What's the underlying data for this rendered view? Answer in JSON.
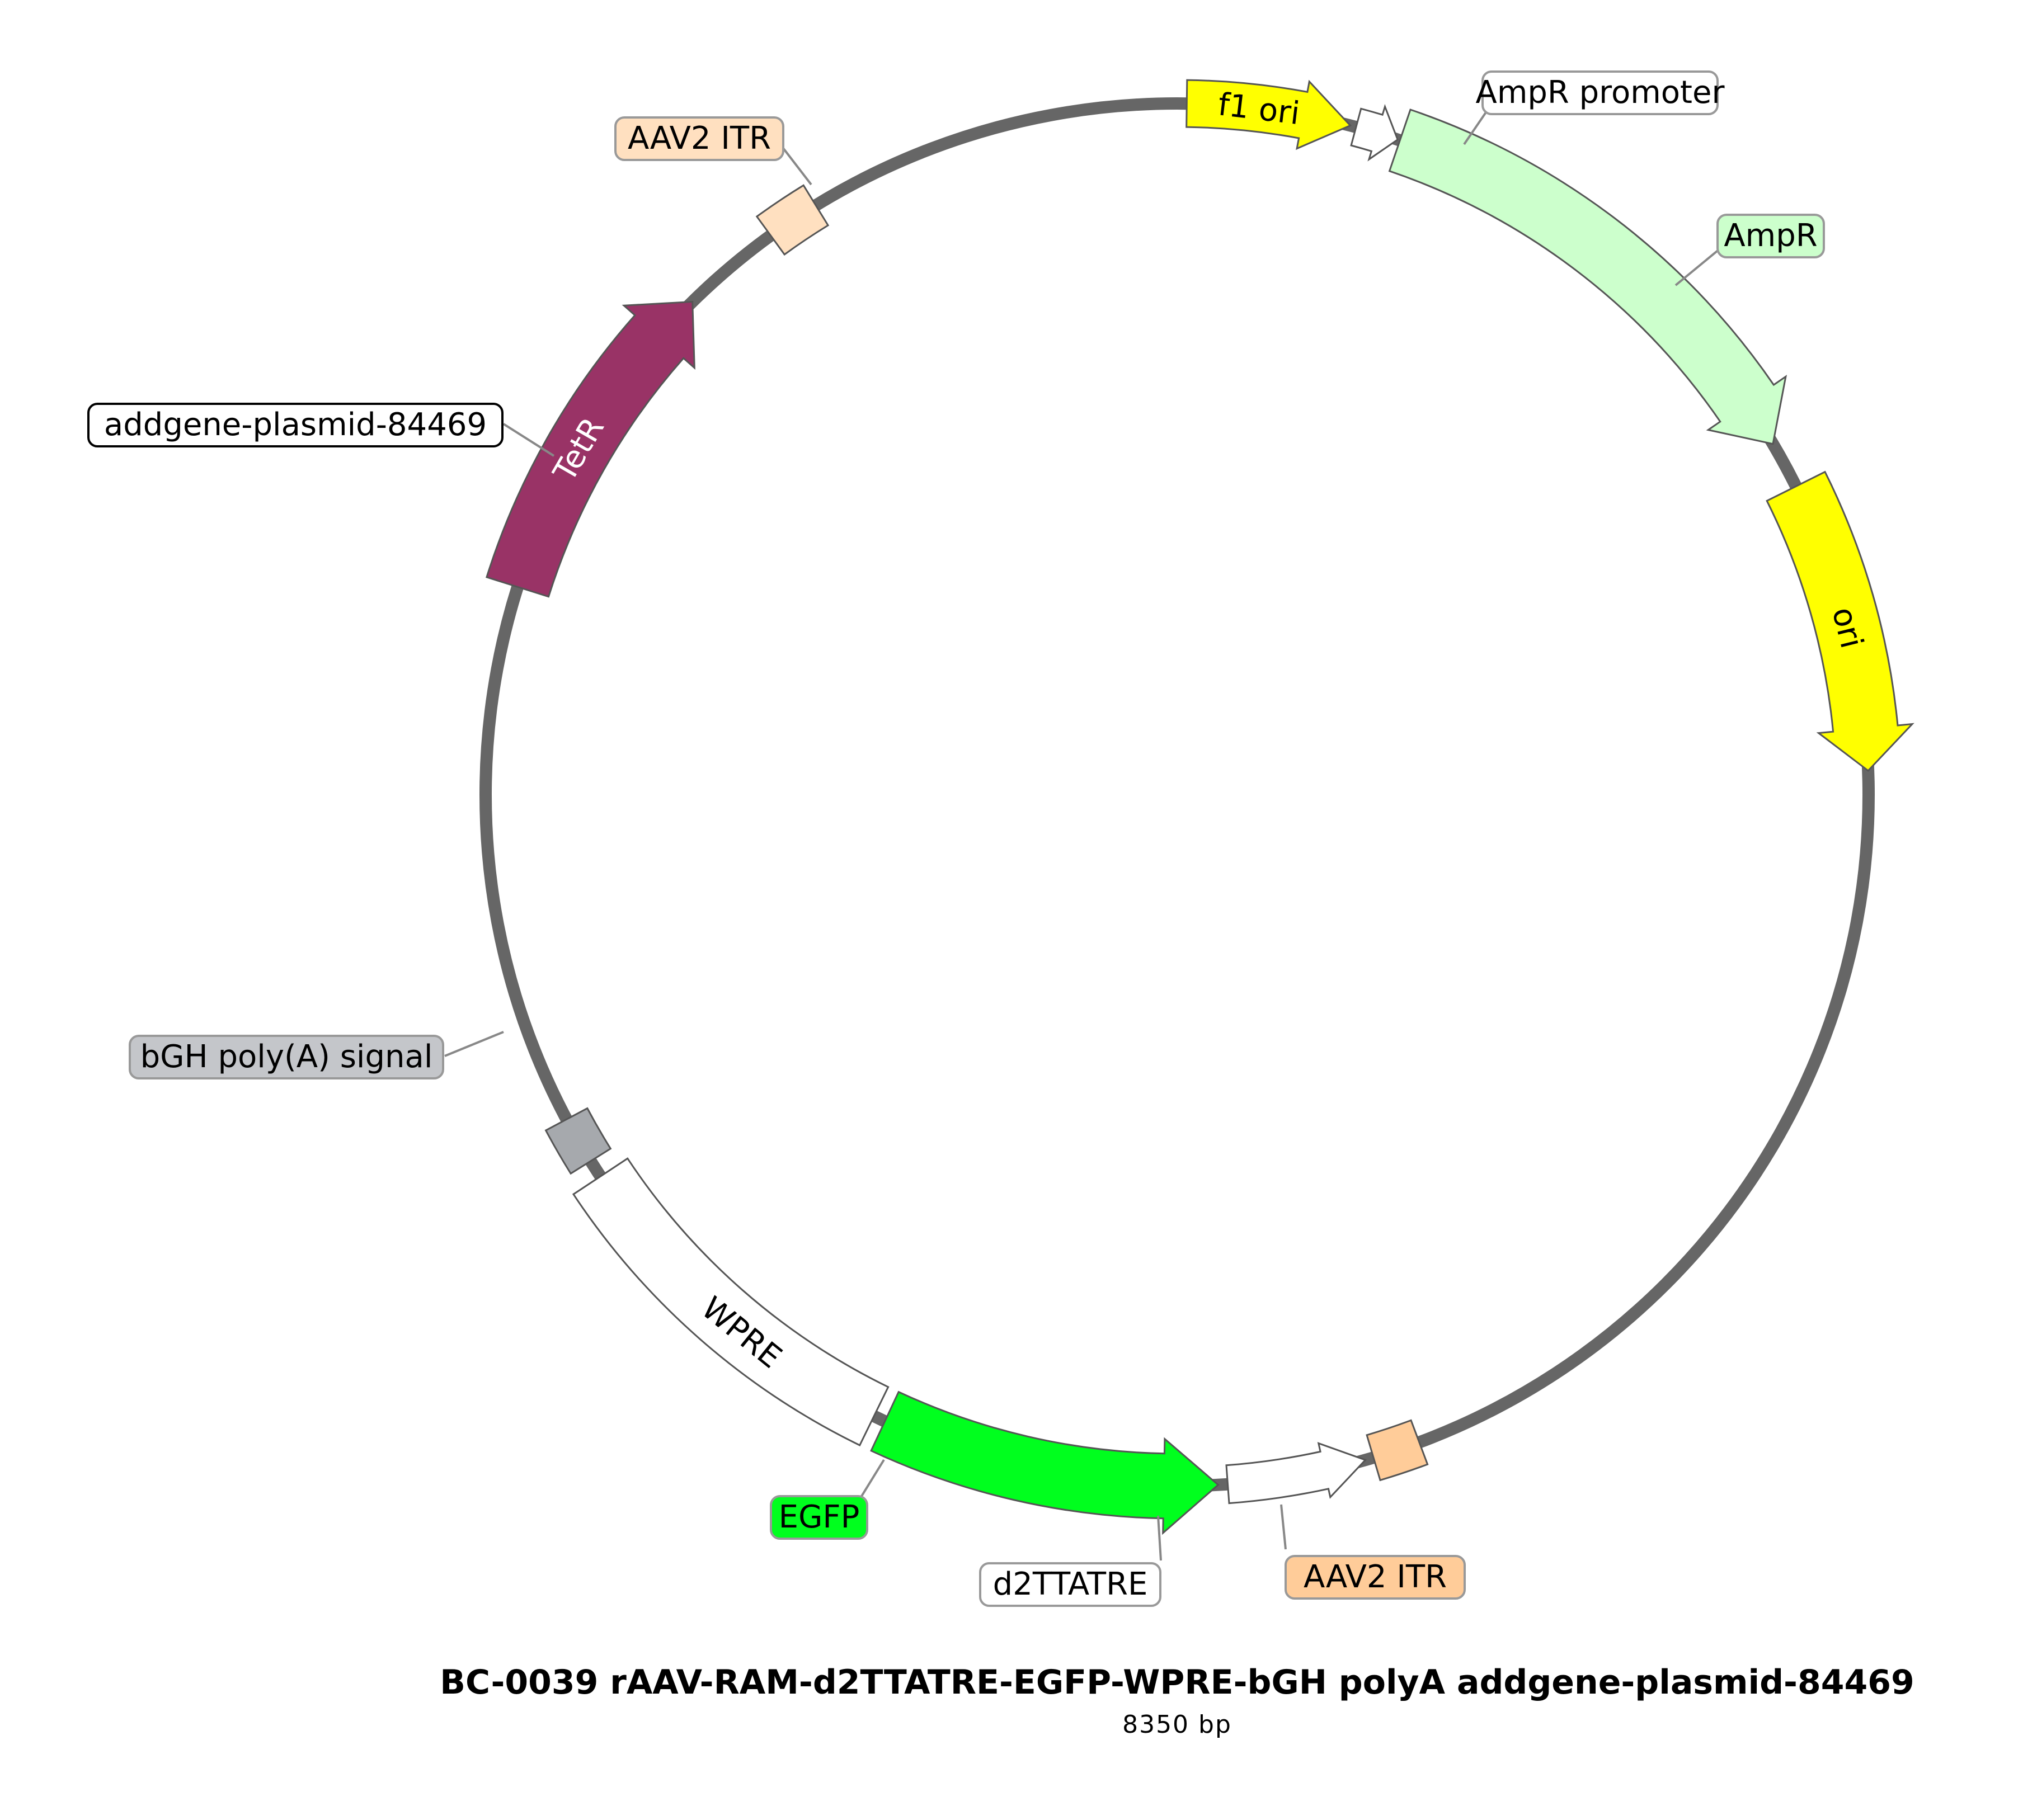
{
  "title": "BC-0039   rAAV-RAM-d2TTATRE-EGFP-WPRE-bGH polyA addgene-plasmid-84469",
  "size_label": "8350 bp",
  "map": {
    "backbone_color": "#666666",
    "features": [
      {
        "id": "f1-ori",
        "label": "f1 ori",
        "color": "#ffff00",
        "direction": "cw"
      },
      {
        "id": "ampr-promoter",
        "label": "AmpR promoter",
        "color": "#ffffff",
        "direction": "cw"
      },
      {
        "id": "ampr",
        "label": "AmpR",
        "color": "#ccffcc",
        "direction": "cw"
      },
      {
        "id": "ori",
        "label": "ori",
        "color": "#ffff00",
        "direction": "cw"
      },
      {
        "id": "aav2-itr-right",
        "label": "AAV2 ITR",
        "color": "#ffcc99",
        "direction": "none"
      },
      {
        "id": "d2ttatre",
        "label": "d2TTATRE",
        "color": "#ffffff",
        "direction": "ccw"
      },
      {
        "id": "egfp",
        "label": "EGFP",
        "color": "#00ff1e",
        "direction": "ccw"
      },
      {
        "id": "wpre",
        "label": "WPRE",
        "color": "#ffffff",
        "direction": "none"
      },
      {
        "id": "bgh-polya",
        "label": "bGH poly(A) signal",
        "color": "#a6a9ad",
        "direction": "none"
      },
      {
        "id": "tetr",
        "label": "TetR",
        "color": "#993366",
        "direction": "cw"
      },
      {
        "id": "addgene-plasmid",
        "label": "addgene-plasmid-84469",
        "color": "#ffffff",
        "direction": "none"
      },
      {
        "id": "aav2-itr-left",
        "label": "AAV2 ITR",
        "color": "#ffe0c0",
        "direction": "none"
      }
    ]
  }
}
